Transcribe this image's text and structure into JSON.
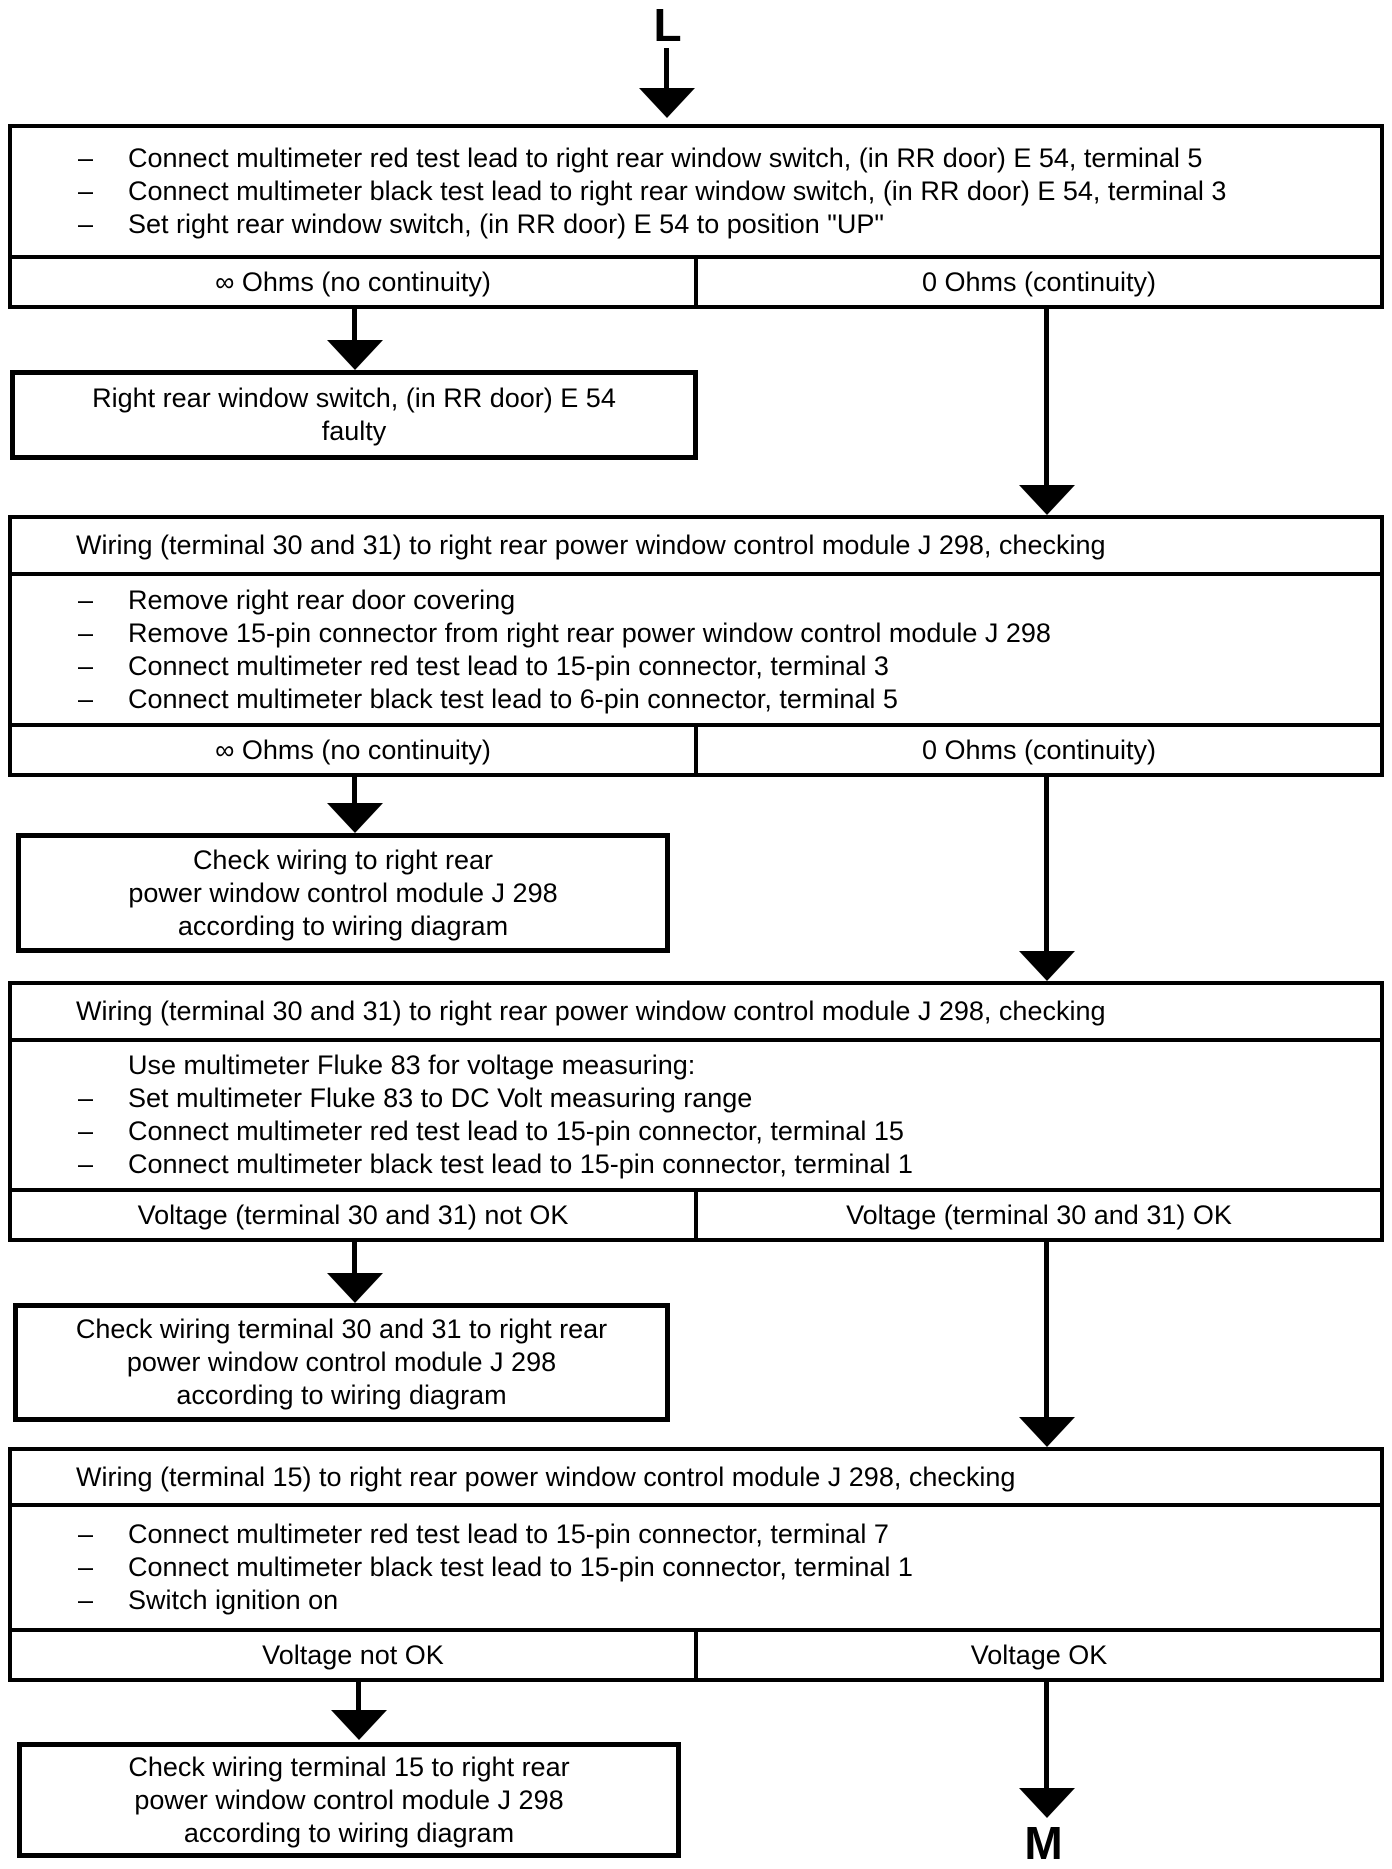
{
  "flow": {
    "entry_label": "L",
    "exit_label": "M",
    "bullet_marker": "–",
    "steps": [
      {
        "bullets": [
          "Connect multimeter red test lead to right rear window switch, (in RR door) E 54, terminal 5",
          "Connect multimeter black test lead to right rear window switch, (in RR door) E 54, terminal 3",
          "Set right rear window switch, (in RR door) E 54 to position \"UP\""
        ],
        "outcome_left": "∞  Ohms (no continuity)",
        "outcome_right": "0 Ohms (continuity)"
      },
      {
        "title": "Wiring (terminal 30 and 31) to right rear power window control module J 298, checking",
        "bullets": [
          "Remove right rear door covering",
          "Remove 15-pin connector from right rear power window control module J 298",
          "Connect multimeter red test lead to 15-pin connector, terminal 3",
          "Connect multimeter black test lead to 6-pin connector, terminal 5"
        ],
        "outcome_left": "∞  Ohms (no continuity)",
        "outcome_right": "0 Ohms (continuity)"
      },
      {
        "title": "Wiring (terminal 30 and 31) to right rear power window control module J 298, checking",
        "intro": "Use multimeter Fluke 83 for voltage measuring:",
        "bullets": [
          "Set multimeter Fluke 83 to DC Volt measuring range",
          "Connect multimeter red test lead to 15-pin connector, terminal 15",
          "Connect multimeter black test lead to 15-pin connector, terminal 1"
        ],
        "outcome_left": "Voltage (terminal 30 and 31) not OK",
        "outcome_right": "Voltage (terminal 30 and 31) OK"
      },
      {
        "title": "Wiring (terminal 15) to right rear power window control module J 298, checking",
        "bullets": [
          "Connect multimeter red test lead to 15-pin connector, terminal 7",
          "Connect multimeter black test lead to 15-pin connector, terminal 1",
          "Switch ignition on"
        ],
        "outcome_left": "Voltage not OK",
        "outcome_right": "Voltage OK"
      }
    ],
    "faults": [
      {
        "lines": [
          "Right rear window switch, (in RR door) E 54",
          "faulty"
        ]
      },
      {
        "lines": [
          "Check wiring to right rear",
          "power window control module J 298",
          "according to wiring diagram"
        ]
      },
      {
        "lines": [
          "Check wiring terminal 30 and 31 to right rear",
          "power window control module J 298",
          "according to wiring diagram"
        ]
      },
      {
        "lines": [
          "Check wiring terminal 15 to right rear",
          "power window control module J 298",
          "according to wiring diagram"
        ]
      }
    ]
  }
}
